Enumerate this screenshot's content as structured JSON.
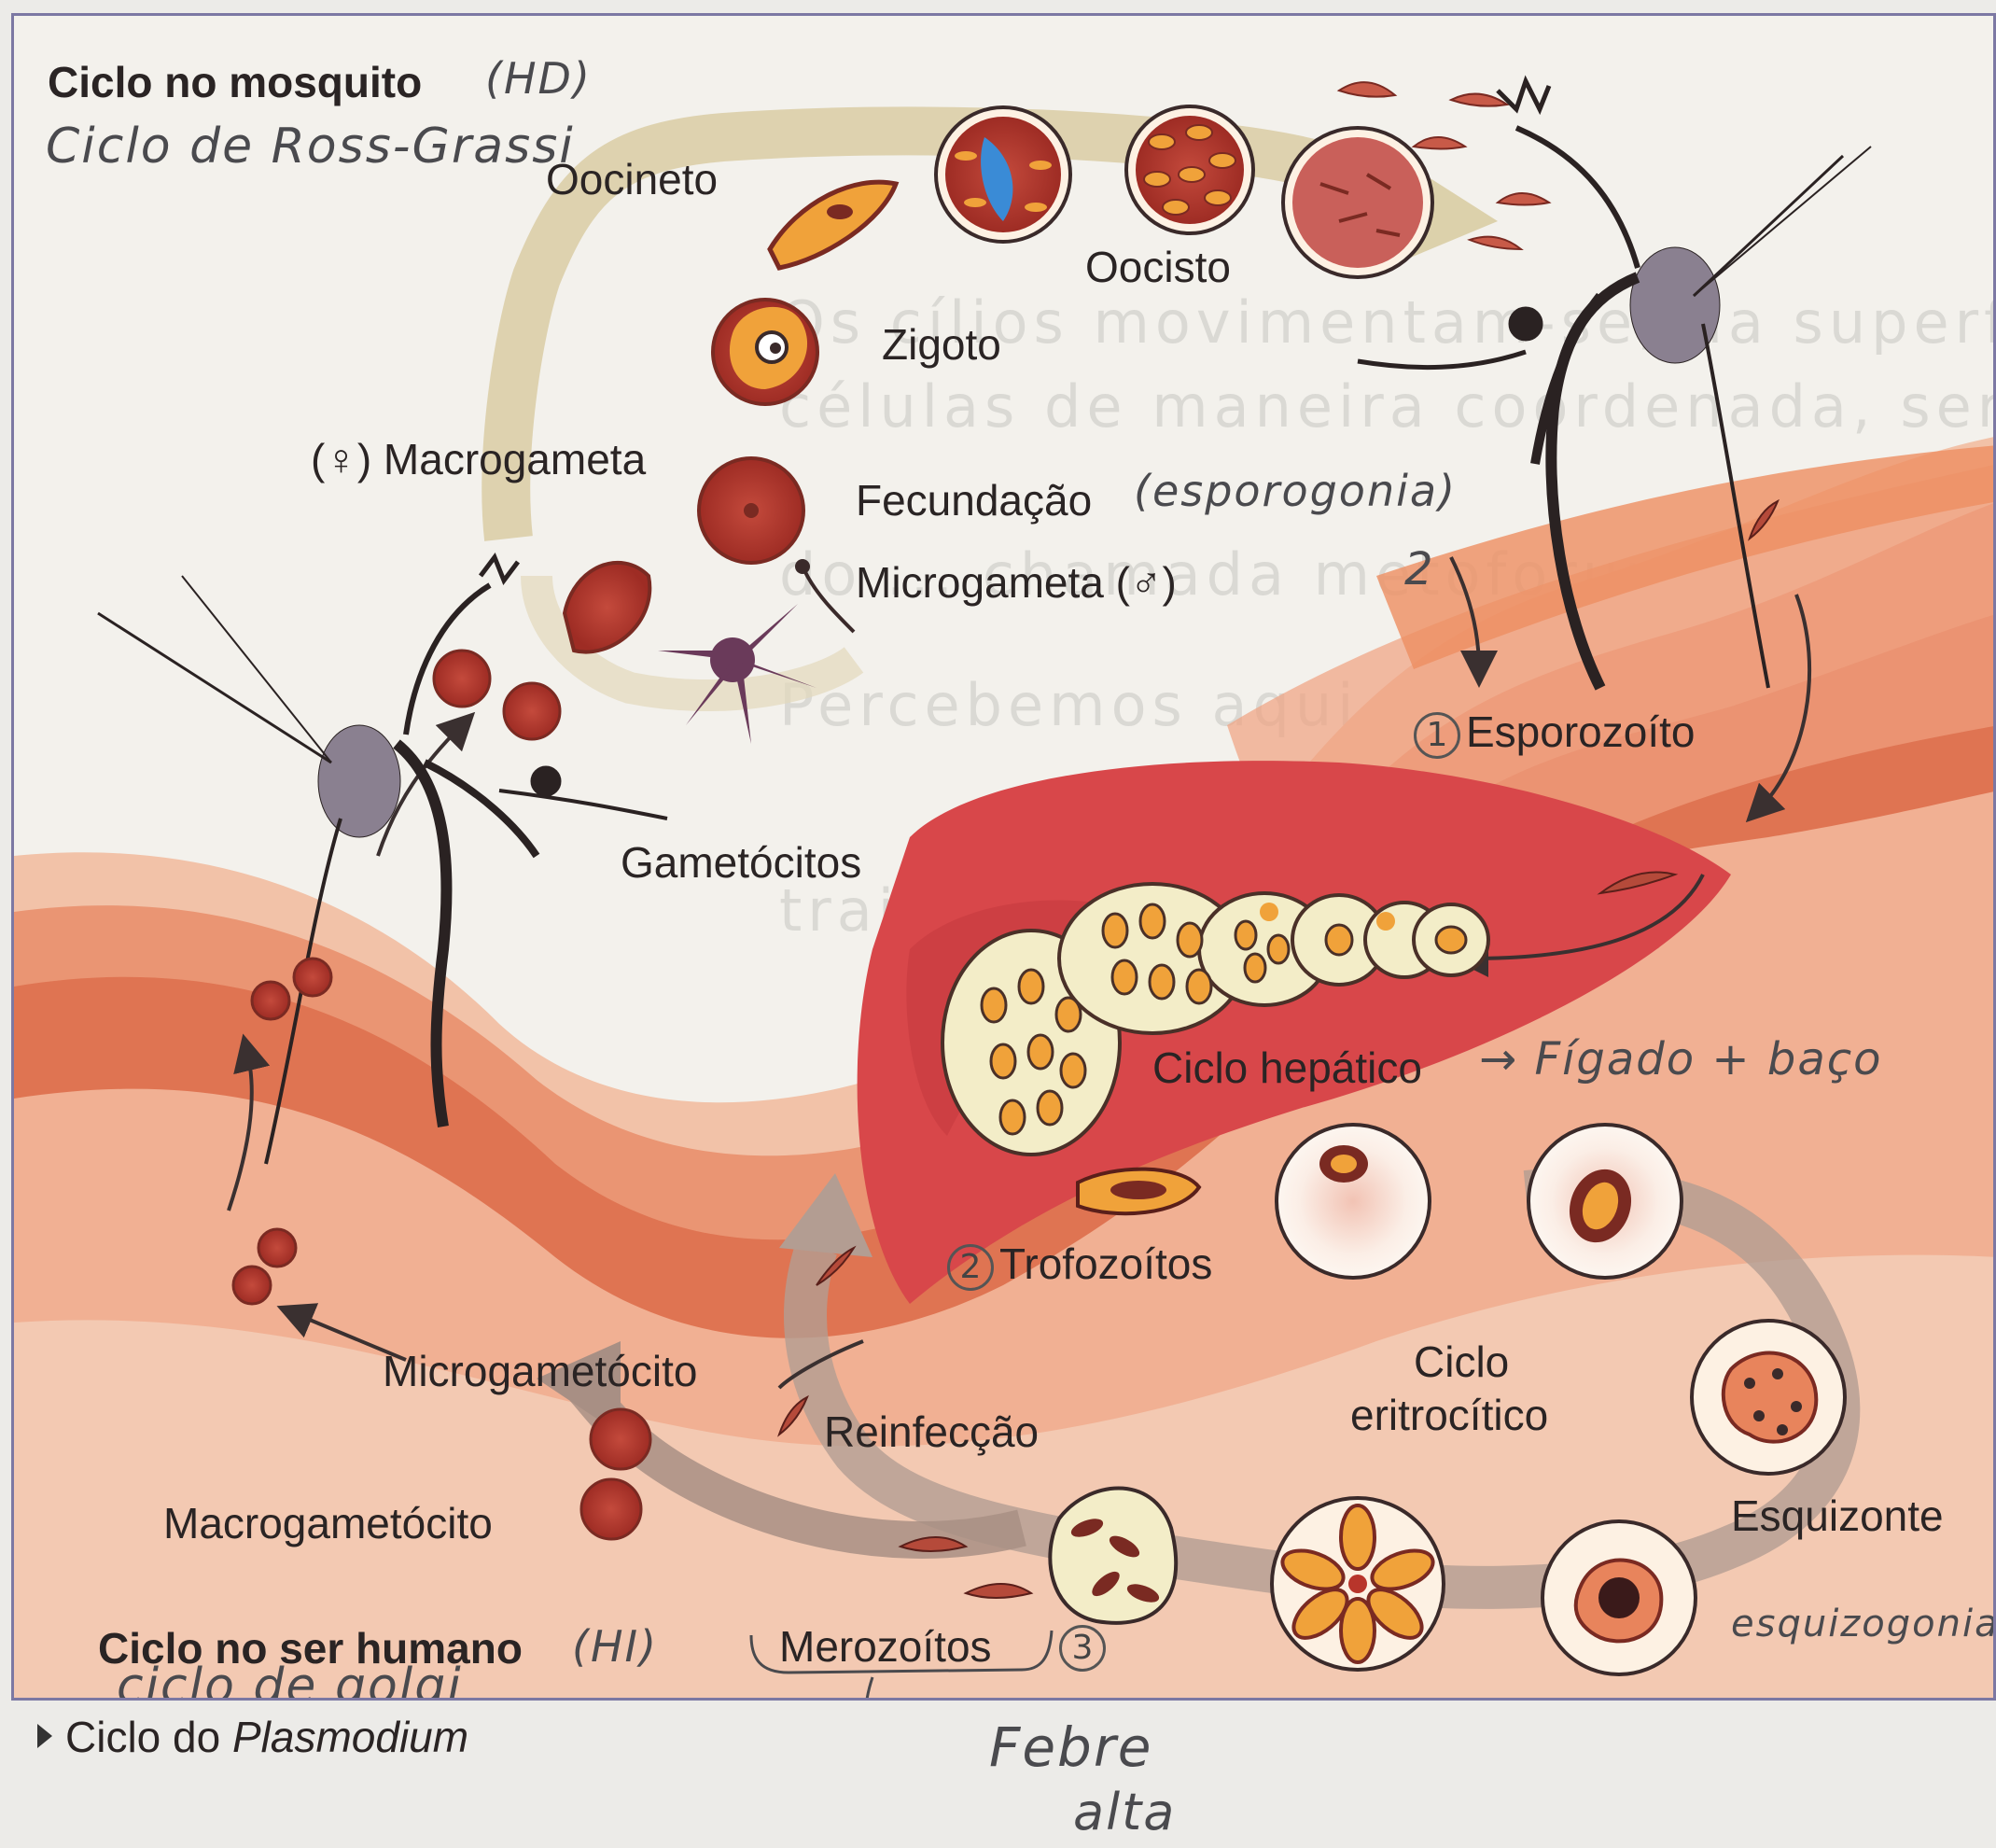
{
  "titles": {
    "mosquito_cycle": "Ciclo no mosquito",
    "human_cycle": "Ciclo no ser humano",
    "caption_prefix": "Ciclo do",
    "caption_genus": "Plasmodium"
  },
  "labels": {
    "oocineto": "Oocineto",
    "oocisto": "Oocisto",
    "zigoto": "Zigoto",
    "macrogameta": "(♀) Macrogameta",
    "fecundacao": "Fecundação",
    "microgameta": "Microgameta (♂)",
    "esporozoito": "Esporozoíto",
    "gametocitos": "Gametócitos",
    "ciclo_hepatico": "Ciclo hepático",
    "trofozoitos": "Trofozoítos",
    "ciclo_eritrocitico_1": "Ciclo",
    "ciclo_eritrocitico_2": "eritrocítico",
    "microgametocito": "Microgametócito",
    "reinfeccao": "Reinfecção",
    "macrogametocito": "Macrogametócito",
    "esquizonte": "Esquizonte",
    "merozoitos": "Merozoítos"
  },
  "handwritten": {
    "hd": "(HD)",
    "ross_grassi": "Ciclo de Ross-Grassi",
    "esporogonia": "(esporogonia)",
    "num_1": "1",
    "num_2": "2",
    "num_3": "3",
    "arrow_2": "2",
    "figado_baco": "→ Fígado + baço",
    "hi": "(HI)",
    "golgi": "ciclo de golgi",
    "esquizogonia": "esquizogonia",
    "febre": "Febre",
    "alta": "alta"
  },
  "colors": {
    "frame": "#7c78a3",
    "paper": "#f3f1ec",
    "tissue_light": "#f0b49a",
    "tissue_mid": "#e8845c",
    "tissue_dark": "#cf5a3a",
    "liver": "#d8474a",
    "cell_red": "#b8352b",
    "cell_border": "#7a2a22",
    "orange": "#f0a23a",
    "yellow_cell": "#f3edc8",
    "mosquito": "#2a2222",
    "arrow_mosquito": "#d6c9a0",
    "arrow_human": "#a89088",
    "blue": "#3a8bd6"
  }
}
